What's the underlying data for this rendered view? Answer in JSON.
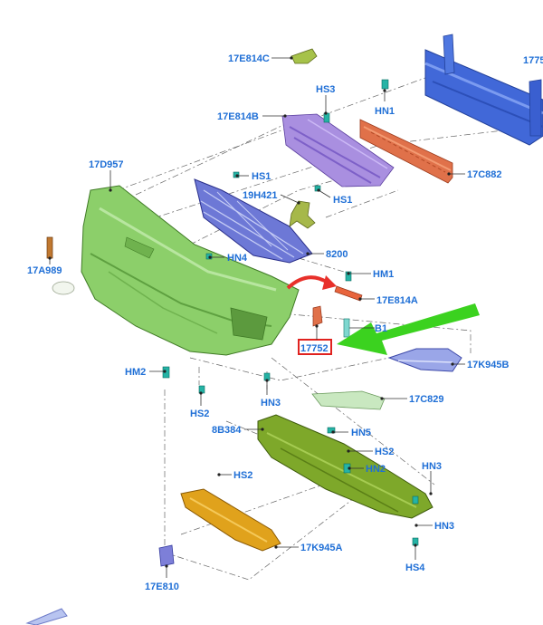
{
  "parts": {
    "p17E814C": "17E814C",
    "p17752_top": "1775",
    "pHS3": "HS3",
    "pHN1": "HN1",
    "p17E814B": "17E814B",
    "p17C882": "17C882",
    "p17D957": "17D957",
    "pHS1a": "HS1",
    "p19H421": "19H421",
    "pHS1b": "HS1",
    "pHN4": "HN4",
    "p8200": "8200",
    "p17A989": "17A989",
    "pHM1": "HM1",
    "p17E814A": "17E814A",
    "pB1": "B1",
    "p17752": "17752",
    "p17K945B": "17K945B",
    "pHM2": "HM2",
    "pHN3a": "HN3",
    "pHS2a": "HS2",
    "p17C829": "17C829",
    "p8B384": "8B384",
    "pHN5": "HN5",
    "pHS2b": "HS2",
    "pHN2": "HN2",
    "pHN3b": "HN3",
    "pHS2c": "HS2",
    "pHN3c": "HN3",
    "p17K945A": "17K945A",
    "pHS4": "HS4",
    "p17E810": "17E810"
  },
  "colors": {
    "label": "#1f6fd6",
    "highlight_box": "#e0221f",
    "green_arrow": "#3bd21f",
    "red_arrow": "#e8302a",
    "bumper": "#8ccf6a",
    "grille_purple": "#a98fe0",
    "grille_blue": "#6d78d6",
    "reinforcement": "#4168d8",
    "absorber": "#e0714a",
    "undertray": "#7ea82a",
    "lower_shield": "#e0a21c",
    "strip": "#c9e8c0",
    "deflector": "#9aa6e8"
  },
  "icons": {
    "highlight_arrow": "green-arrow-icon",
    "curved_arrow": "red-curved-arrow-icon",
    "view_arrow": "view-direction-icon"
  }
}
